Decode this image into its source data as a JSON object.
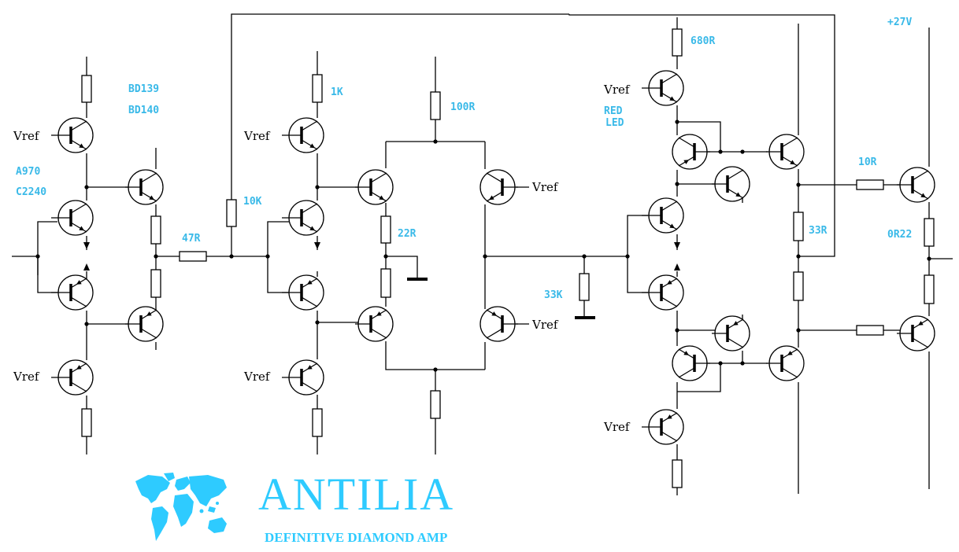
{
  "brand": {
    "title": "ANTILIA",
    "subtitle": "DEFINITIVE DIAMOND AMP",
    "logo_icon": "world-map-icon",
    "color": "#2ecbff"
  },
  "labels": {
    "vref": "Vref",
    "bd139": "BD139",
    "bd140": "BD140",
    "a970": "A970",
    "c2240": "C2240",
    "r47": "47R",
    "r10k": "10K",
    "r1k": "1K",
    "r100": "100R",
    "r22": "22R",
    "r33k": "33K",
    "r680": "680R",
    "red": "RED",
    "led": "LED",
    "r10": "10R",
    "r33": "33R",
    "r022": "0R22",
    "v27": "+27V"
  },
  "colors": {
    "annotation": "#39b9e8",
    "wire": "#000000"
  }
}
